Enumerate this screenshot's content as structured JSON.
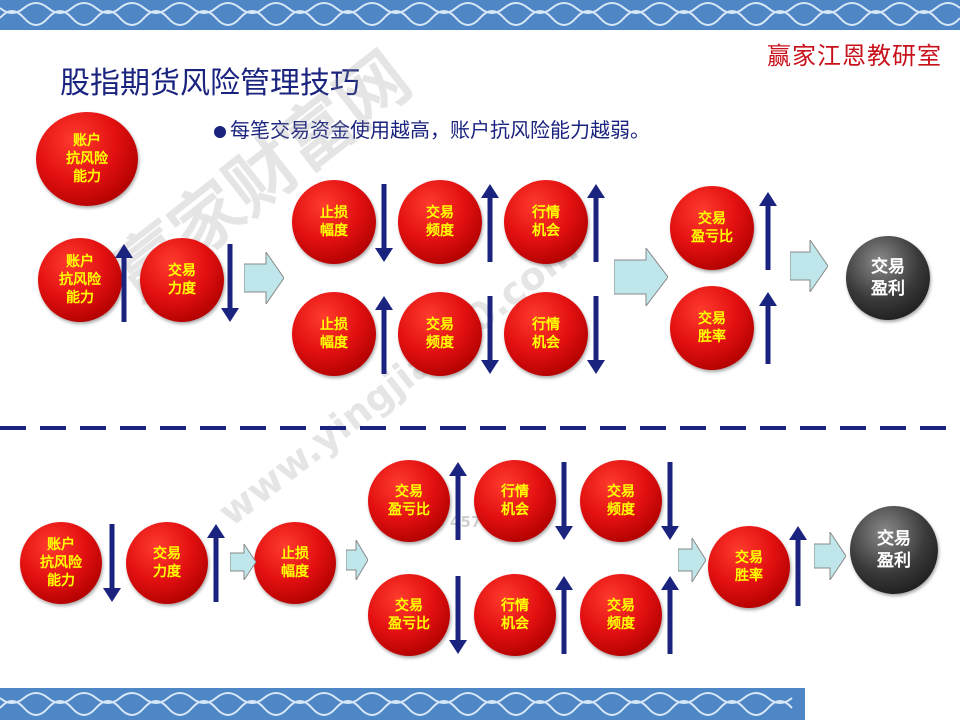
{
  "header": {
    "brand": "赢家江恩教研室",
    "title": "股指期货风险管理技巧",
    "bullet": "每笔交易资金使用越高，账户抗风险能力越弱。"
  },
  "watermark": {
    "main": "赢家财富网",
    "url": "www.yingjia360.com",
    "qq": "QQ:173 457646"
  },
  "colors": {
    "node_red": "#e21010",
    "node_text": "#ffff00",
    "arrow": "#1a237e",
    "chevron": "#bfe6ea",
    "brand": "#c8101a"
  },
  "top": {
    "legend": "账户\n抗风险\n能力",
    "start": {
      "a": "账户\n抗风险\n能力",
      "b": "交易\n力度"
    },
    "mid_row1": [
      "止损\n幅度",
      "交易\n频度",
      "行情\n机会"
    ],
    "mid_row2": [
      "止损\n幅度",
      "交易\n频度",
      "行情\n机会"
    ],
    "right": [
      "交易\n盈亏比",
      "交易\n胜率"
    ],
    "result": "交易\n盈利"
  },
  "bottom": {
    "start": {
      "a": "账户\n抗风险\n能力",
      "b": "交易\n力度"
    },
    "stop": "止损\n幅度",
    "row1": [
      "交易\n盈亏比",
      "行情\n机会",
      "交易\n频度"
    ],
    "row2": [
      "交易\n盈亏比",
      "行情\n机会",
      "交易\n频度"
    ],
    "win": "交易\n胜率",
    "result": "交易\n盈利"
  }
}
